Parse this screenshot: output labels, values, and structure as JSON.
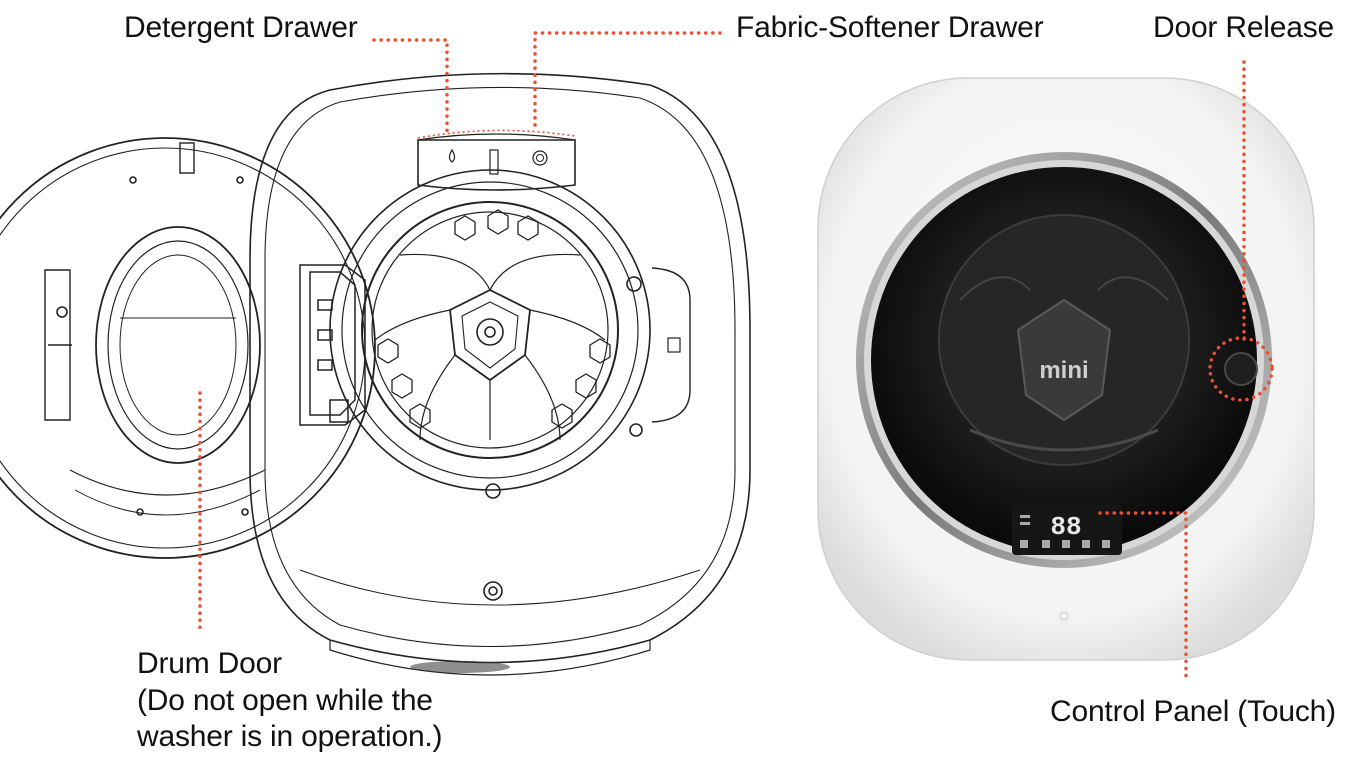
{
  "labels": {
    "detergent_drawer": "Detergent Drawer",
    "fabric_softener_drawer": "Fabric-Softener Drawer",
    "door_release": "Door Release",
    "drum_door_title": "Drum Door",
    "drum_door_note_line1": "(Do not open while the",
    "drum_door_note_line2": "washer is in operation.)",
    "control_panel": "Control Panel (Touch)"
  },
  "photo": {
    "logo_text": "mini",
    "display_digits": "88"
  },
  "colors": {
    "callout": "#e8502f",
    "line_art": "#222222",
    "body_white": "#f7f7f7",
    "window_dark": "#141414"
  }
}
